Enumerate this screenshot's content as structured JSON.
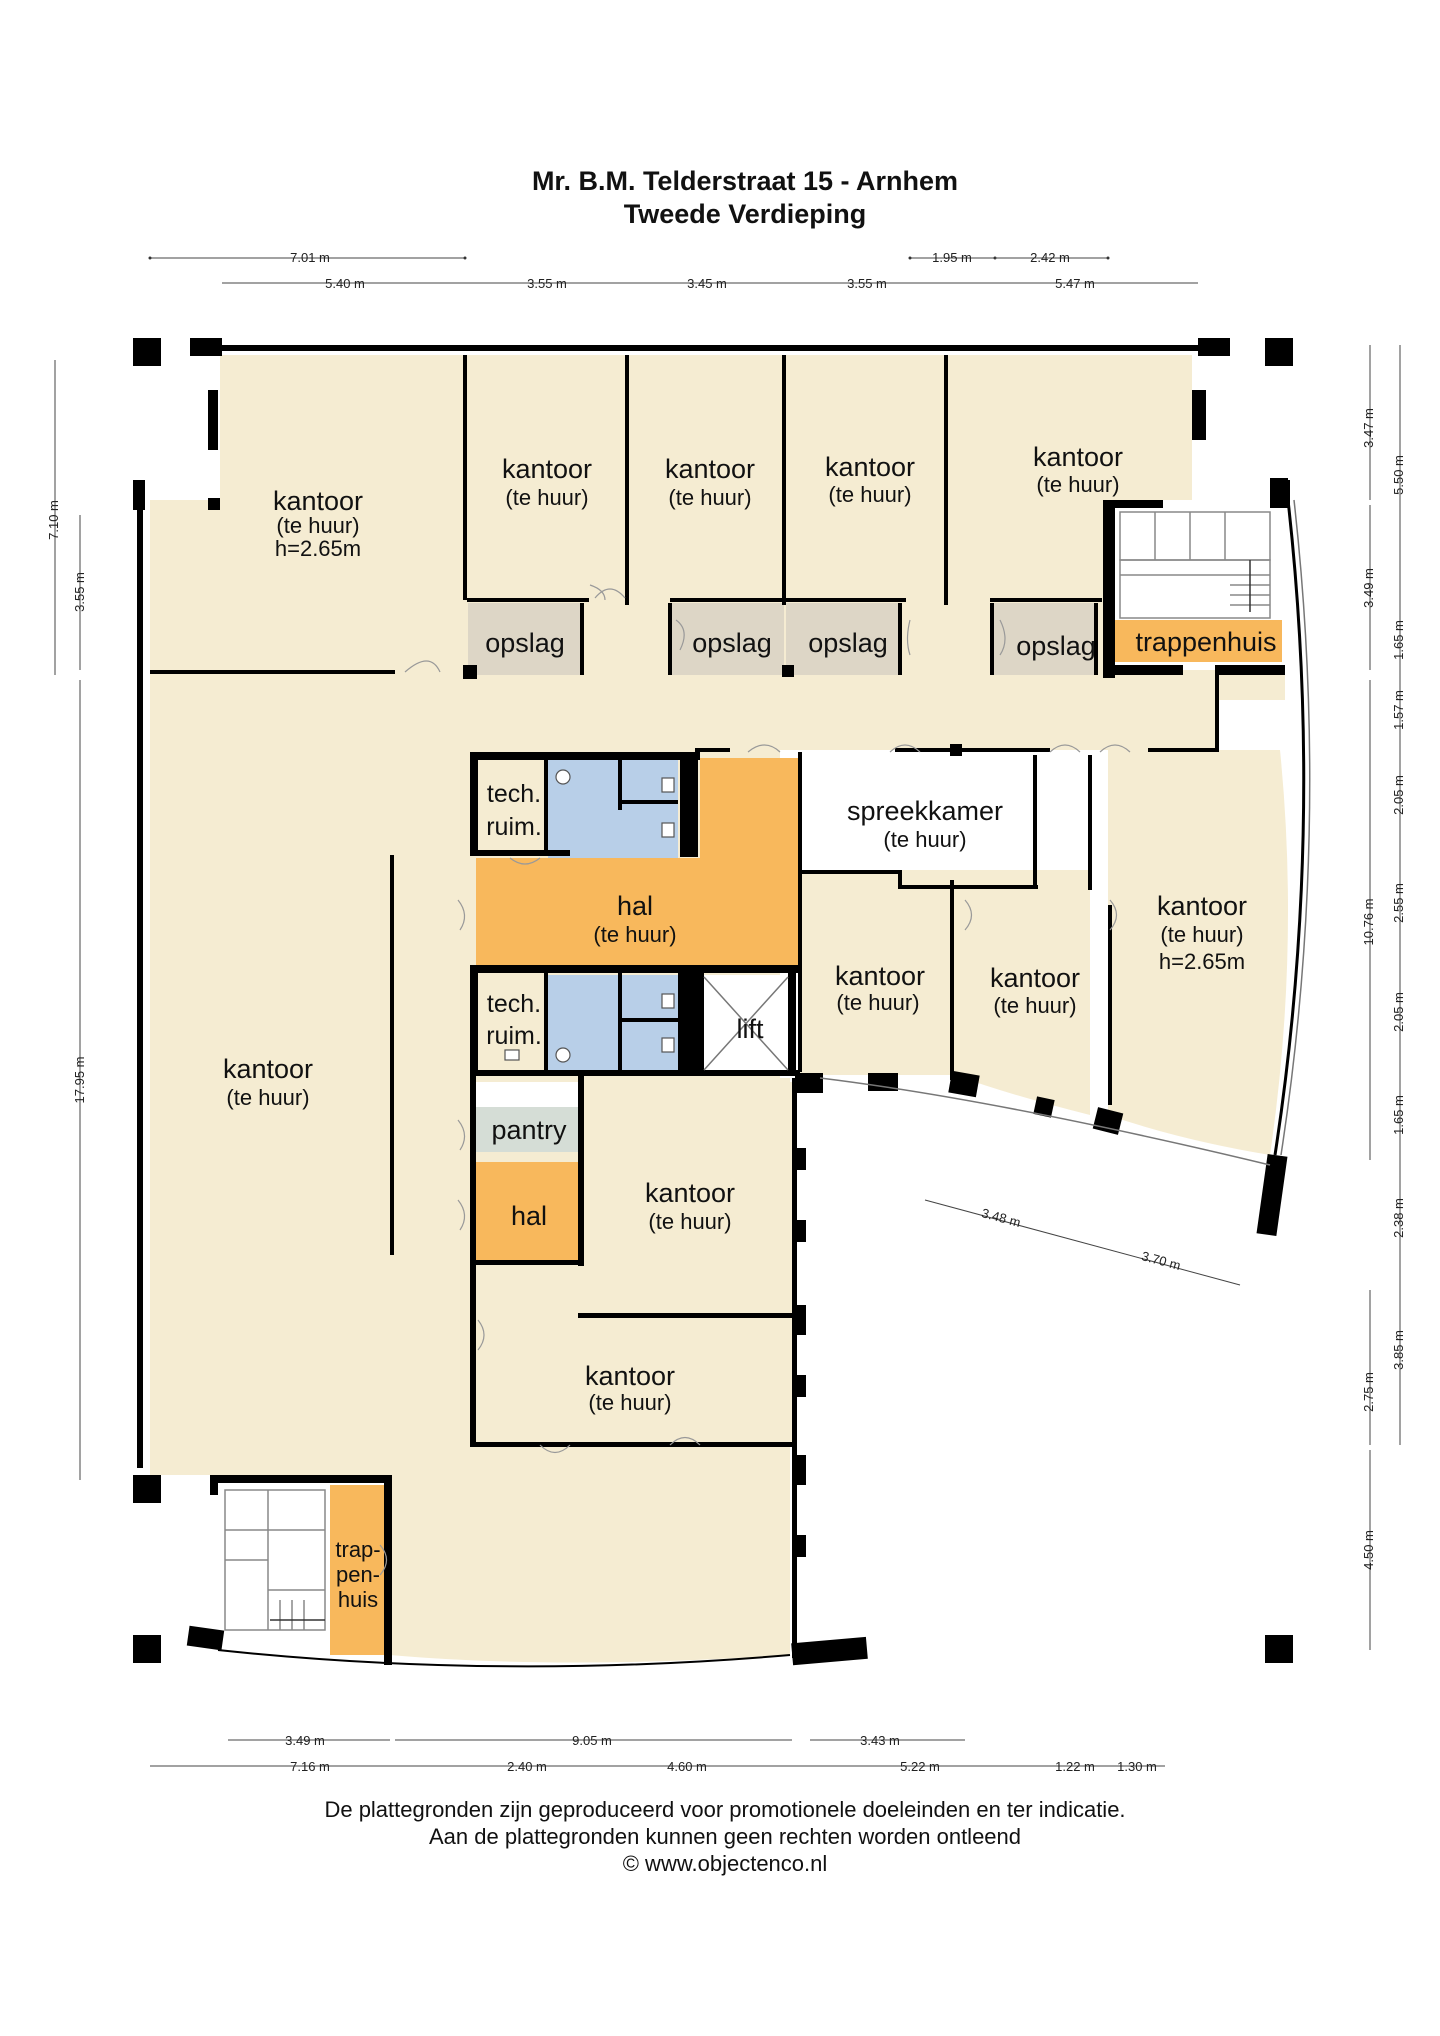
{
  "header": {
    "line1": "Mr. B.M. Telderstraat 15 - Arnhem",
    "line2": "Tweede Verdieping"
  },
  "rooms": {
    "kantoor_nw": {
      "name": "kantoor",
      "sub": "(te huur)",
      "height": "h=2.65m"
    },
    "kantoor_t1": {
      "name": "kantoor",
      "sub": "(te huur)"
    },
    "kantoor_t2": {
      "name": "kantoor",
      "sub": "(te huur)"
    },
    "kantoor_t3": {
      "name": "kantoor",
      "sub": "(te huur)"
    },
    "kantoor_t4": {
      "name": "kantoor",
      "sub": "(te huur)"
    },
    "opslag1": "opslag",
    "opslag2": "opslag",
    "opslag3": "opslag",
    "opslag4": "opslag",
    "trappenhuis_ne": "trappenhuis",
    "tech1": {
      "l1": "tech.",
      "l2": "ruim."
    },
    "tech2": {
      "l1": "tech.",
      "l2": "ruim."
    },
    "hal_main": {
      "name": "hal",
      "sub": "(te huur)"
    },
    "spreekkamer": {
      "name": "spreekkamer",
      "sub": "(te huur)"
    },
    "kantoor_e": {
      "name": "kantoor",
      "sub": "(te huur)",
      "height": "h=2.65m"
    },
    "kantoor_m1": {
      "name": "kantoor",
      "sub": "(te huur)"
    },
    "kantoor_m2": {
      "name": "kantoor",
      "sub": "(te huur)"
    },
    "lift": "lift",
    "kantoor_w": {
      "name": "kantoor",
      "sub": "(te huur)"
    },
    "pantry": "pantry",
    "hal_small": "hal",
    "kantoor_s1": {
      "name": "kantoor",
      "sub": "(te huur)"
    },
    "kantoor_s2": {
      "name": "kantoor",
      "sub": "(te huur)"
    },
    "trappenhuis_sw": {
      "l1": "trap-",
      "l2": "pen-",
      "l3": "huis"
    }
  },
  "dims": {
    "top1": [
      "7.01 m",
      "1.95 m",
      "2.42 m"
    ],
    "top2": [
      "5.40 m",
      "3.55 m",
      "3.45 m",
      "3.55 m",
      "5.47 m"
    ],
    "left": [
      "7.10 m",
      "3.55 m",
      "17.95 m"
    ],
    "right1": [
      "3.47 m",
      "3.49 m",
      "10.76 m",
      "2.75 m",
      "4.50 m"
    ],
    "right2": [
      "5.50 m",
      "1.65 m",
      "1.57 m",
      "2.05 m",
      "2.55 m",
      "2.05 m",
      "1.65 m",
      "2.38 m",
      "3.85 m"
    ],
    "diag": [
      "3.48 m",
      "3.70 m"
    ],
    "bottom1": [
      "3.49 m",
      "9.05 m",
      "3.43 m"
    ],
    "bottom2": [
      "7.16 m",
      "2.40 m",
      "4.60 m",
      "5.22 m",
      "1.22 m",
      "1.30 m"
    ]
  },
  "footer": {
    "line1": "De plattegronden zijn geproduceerd voor promotionele doeleinden en ter indicatie.",
    "line2": "Aan de plattegronden kunnen geen rechten worden ontleend",
    "line3": "© www.objectenco.nl"
  },
  "colors": {
    "office": "#f5ecd2",
    "storage": "#ddd6c6",
    "hall": "#f8b85c",
    "sanitary": "#b8cfe8",
    "pantry": "#d5ddd6",
    "wall": "#000000"
  }
}
